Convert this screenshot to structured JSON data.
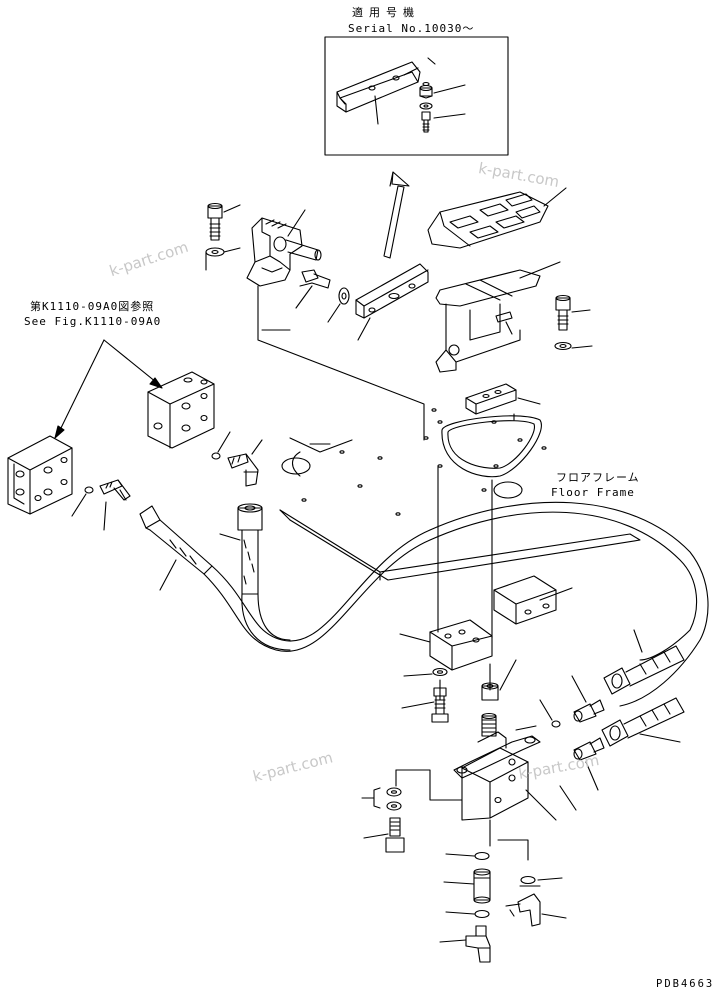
{
  "inset": {
    "title_jp": "適用号機",
    "serial": "Serial No.10030～"
  },
  "reference": {
    "jp": "第K1110-09A0図参照",
    "en": "See Fig.K1110-09A0"
  },
  "floor_frame": {
    "jp": "フロアフレーム",
    "en": "Floor Frame"
  },
  "watermarks": [
    "k-part.com",
    "k-part.com",
    "k-part.com",
    "k-part.com"
  ],
  "drawing_code": "PDB4663"
}
